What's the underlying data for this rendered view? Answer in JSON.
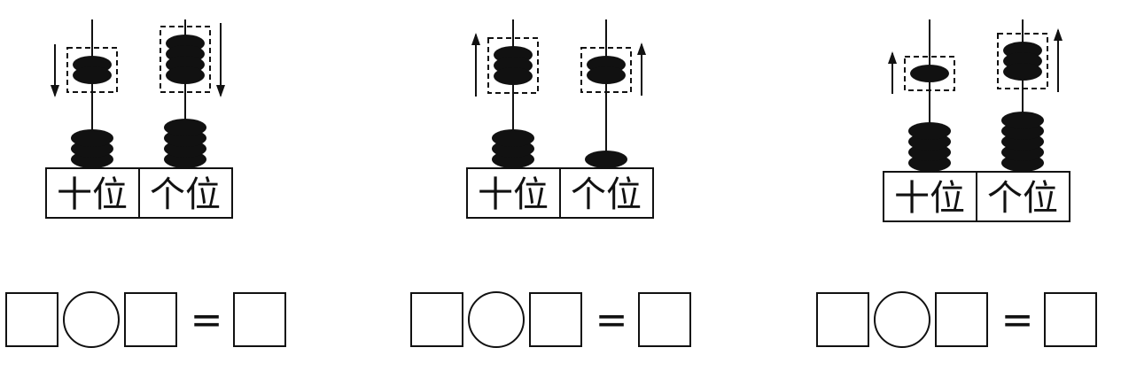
{
  "place_labels": {
    "tens": "十位",
    "ones": "个位"
  },
  "equation_sign": "=",
  "problems": [
    {
      "tens": {
        "beads_total": 5,
        "beads_boxed": 2,
        "arrow": "down"
      },
      "ones": {
        "beads_total": 8,
        "beads_boxed": 4,
        "arrow": "down"
      }
    },
    {
      "tens": {
        "beads_total": 6,
        "beads_boxed": 3,
        "arrow": "up"
      },
      "ones": {
        "beads_total": 3,
        "beads_boxed": 2,
        "arrow": "up"
      }
    },
    {
      "tens": {
        "beads_total": 5,
        "beads_boxed": 1,
        "arrow": "up"
      },
      "ones": {
        "beads_total": 8,
        "beads_boxed": 3,
        "arrow": "up"
      }
    }
  ],
  "colors": {
    "bead": "#111111",
    "line": "#111111",
    "background": "#ffffff"
  }
}
